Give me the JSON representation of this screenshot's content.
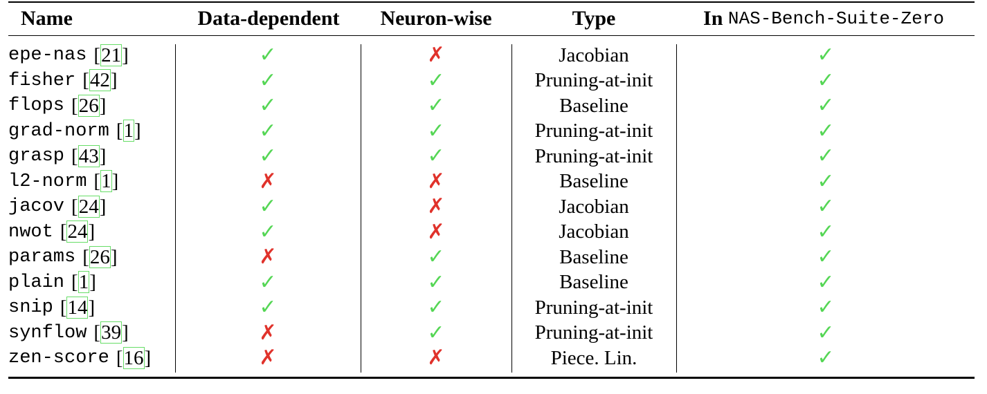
{
  "table": {
    "headers": {
      "name": "Name",
      "data_dependent": "Data-dependent",
      "neuron_wise": "Neuron-wise",
      "type": "Type",
      "in_prefix": "In",
      "in_suite": "NAS-Bench-Suite-Zero"
    },
    "symbols": {
      "yes": "✓",
      "no": "✗"
    },
    "colors": {
      "yes": "#55d655",
      "no": "#e0322b",
      "cite_box": "#66dd66"
    },
    "rows": [
      {
        "name": "epe-nas",
        "cite": "21",
        "data_dependent": "yes",
        "neuron_wise": "no",
        "type": "Jacobian",
        "in_suite": "yes"
      },
      {
        "name": "fisher",
        "cite": "42",
        "data_dependent": "yes",
        "neuron_wise": "yes",
        "type": "Pruning-at-init",
        "in_suite": "yes"
      },
      {
        "name": "flops",
        "cite": "26",
        "data_dependent": "yes",
        "neuron_wise": "yes",
        "type": "Baseline",
        "in_suite": "yes"
      },
      {
        "name": "grad-norm",
        "cite": "1",
        "data_dependent": "yes",
        "neuron_wise": "yes",
        "type": "Pruning-at-init",
        "in_suite": "yes"
      },
      {
        "name": "grasp",
        "cite": "43",
        "data_dependent": "yes",
        "neuron_wise": "yes",
        "type": "Pruning-at-init",
        "in_suite": "yes"
      },
      {
        "name": "l2-norm",
        "cite": "1",
        "data_dependent": "no",
        "neuron_wise": "no",
        "type": "Baseline",
        "in_suite": "yes"
      },
      {
        "name": "jacov",
        "cite": "24",
        "data_dependent": "yes",
        "neuron_wise": "no",
        "type": "Jacobian",
        "in_suite": "yes"
      },
      {
        "name": "nwot",
        "cite": "24",
        "data_dependent": "yes",
        "neuron_wise": "no",
        "type": "Jacobian",
        "in_suite": "yes"
      },
      {
        "name": "params",
        "cite": "26",
        "data_dependent": "no",
        "neuron_wise": "yes",
        "type": "Baseline",
        "in_suite": "yes"
      },
      {
        "name": "plain",
        "cite": "1",
        "data_dependent": "yes",
        "neuron_wise": "yes",
        "type": "Baseline",
        "in_suite": "yes"
      },
      {
        "name": "snip",
        "cite": "14",
        "data_dependent": "yes",
        "neuron_wise": "yes",
        "type": "Pruning-at-init",
        "in_suite": "yes"
      },
      {
        "name": "synflow",
        "cite": "39",
        "data_dependent": "no",
        "neuron_wise": "yes",
        "type": "Pruning-at-init",
        "in_suite": "yes"
      },
      {
        "name": "zen-score",
        "cite": "16",
        "data_dependent": "no",
        "neuron_wise": "no",
        "type": "Piece. Lin.",
        "in_suite": "yes"
      }
    ]
  }
}
